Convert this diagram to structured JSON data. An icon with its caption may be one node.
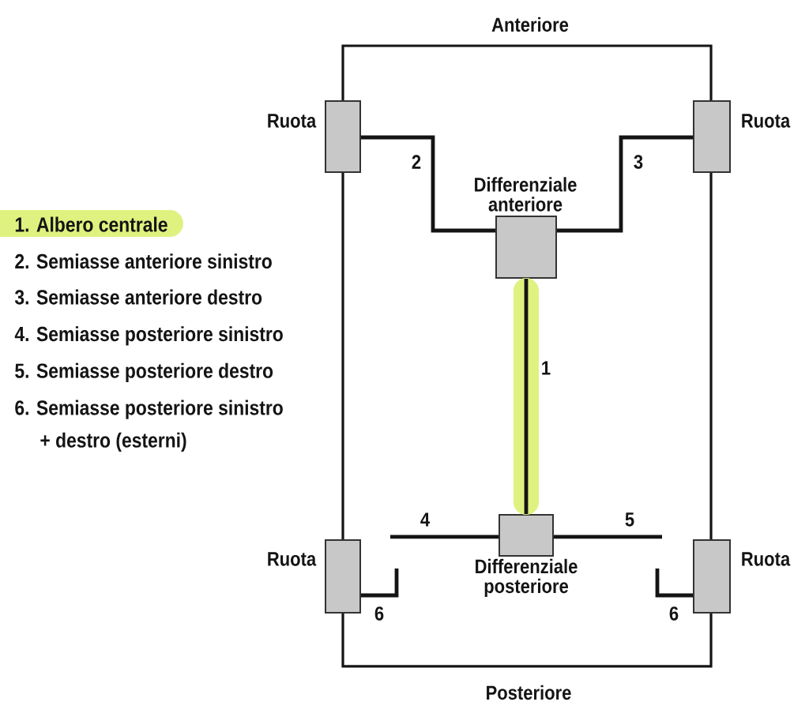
{
  "diagram": {
    "nodes": [
      {
        "text": [
          "Anteriore",
          "Posteriore"
        ]
      },
      {
        "text": [
          "Ruota"
        ]
      },
      {
        "text": [
          "Ruota"
        ]
      },
      {
        "text": [
          "Differenziale anteriore"
        ],
        "in": 0
      },
      {
        "text": [
          "Ruota"
        ]
      },
      {
        "text": [
          "Differenziale posteriore"
        ],
        "in": 0
      },
      {
        "text": [
          "Ruota"
        ]
      }
    ],
    "edges": [
      {
        "from": 3,
        "to": 5,
        "arrow": "none",
        "label": "1"
      },
      {
        "from": 1,
        "to": 3,
        "arrow": "none",
        "label": "2"
      },
      {
        "from": 3,
        "to": 2,
        "arrow": "none",
        "label": "3"
      },
      {
        "from": 5,
        "to": null,
        "arrow": "none",
        "label": "4"
      },
      {
        "from": 5,
        "to": null,
        "arrow": "none",
        "label": "5"
      },
      {
        "from": 4,
        "to": null,
        "arrow": "none",
        "label": "6"
      },
      {
        "from": 6,
        "to": null,
        "arrow": "none",
        "label": "6"
      }
    ],
    "labels": [
      "1. Albero centrale",
      "2. Semiasse anteriore sinistro",
      "3. Semiasse anteriore destro",
      "4. Semiasse posteriore sinistro",
      "5. Semiasse posteriore destro",
      "6. Semiasse posteriore sinistro + destro (esterni)"
    ]
  }
}
